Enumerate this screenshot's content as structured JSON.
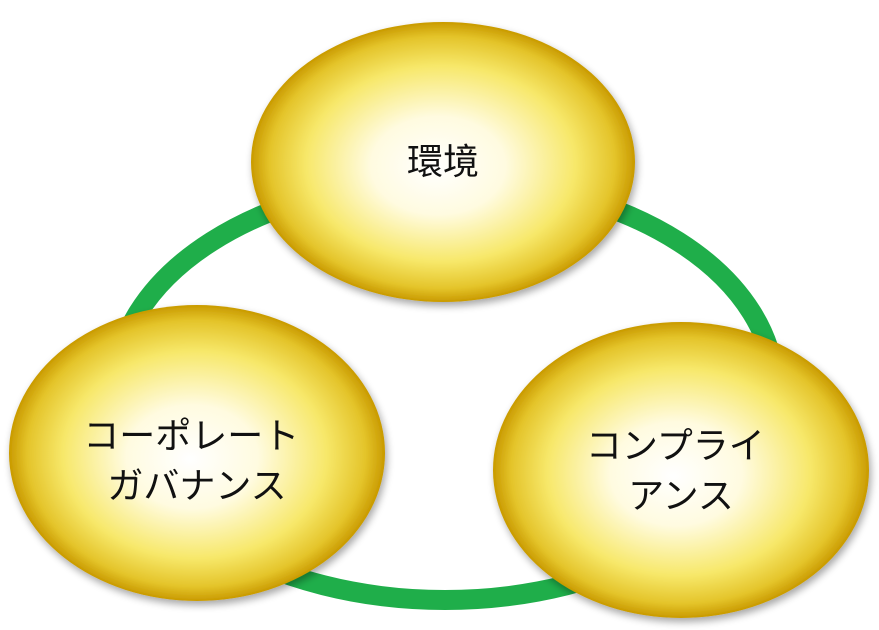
{
  "diagram": {
    "type": "cycle",
    "connector_color": "#1fae4a",
    "node_fill_center": "#ffffff",
    "node_fill_mid": "#f7e86a",
    "node_fill_edge": "#c99a00",
    "nodes": [
      {
        "id": "environment",
        "lines": [
          "環境"
        ]
      },
      {
        "id": "compliance",
        "lines": [
          "コンプライ",
          "アンス"
        ]
      },
      {
        "id": "governance",
        "lines": [
          "コーポレート",
          "ガバナンス"
        ]
      }
    ]
  }
}
